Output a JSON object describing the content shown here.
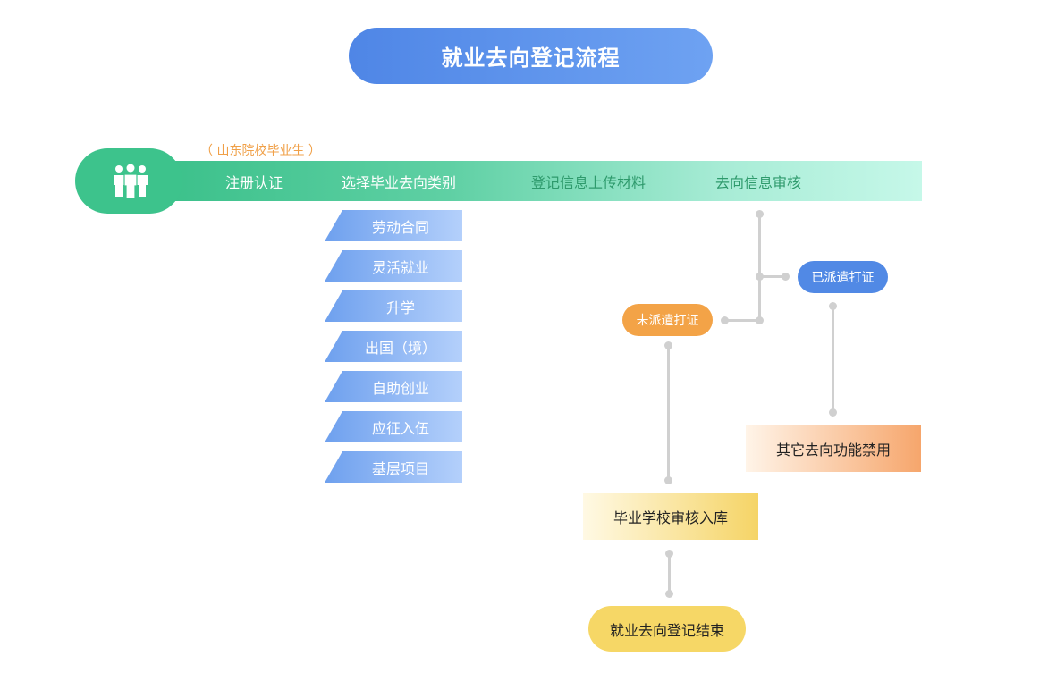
{
  "title": "就业去向登记流程",
  "note": "（ 山东院校毕业生 ）",
  "steps": [
    "注册认证",
    "选择毕业去向类别",
    "登记信息上传材料",
    "去向信息审核"
  ],
  "categories": [
    "劳动合同",
    "灵活就业",
    "升学",
    "出国（境）",
    "自助创业",
    "应征入伍",
    "基层项目"
  ],
  "nodes": {
    "not_dispatched": "未派遣打证",
    "dispatched": "已派遣打证",
    "other_disabled": "其它去向功能禁用",
    "school_review": "毕业学校审核入库",
    "end": "就业去向登记结束"
  },
  "icons": {
    "people": "people-group-icon"
  },
  "colors": {
    "title_blue": "#4f86e6",
    "band_green": "#38bf88",
    "note_orange": "#f0a048",
    "category_blue": "#6ea0ee",
    "node_orange": "#f3a347",
    "node_blue": "#5189e5",
    "node_yellow": "#f6d766",
    "connector_gray": "#d0d0d0"
  }
}
